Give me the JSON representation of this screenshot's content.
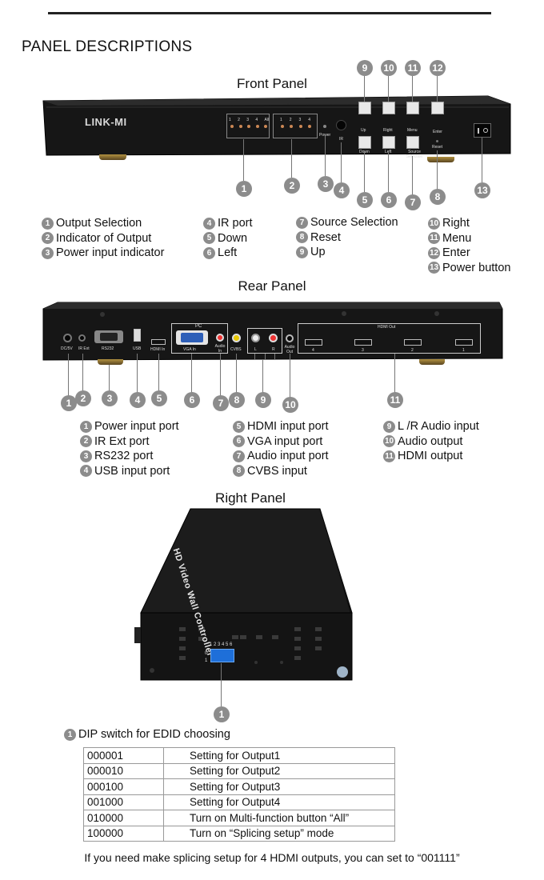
{
  "page_title": "PANEL DESCRIPTIONS",
  "front_panel": {
    "title": "Front Panel",
    "brand": "LINK-MI",
    "device_labels": {
      "output_numbers": [
        "1",
        "2",
        "3",
        "4",
        "All"
      ],
      "indicator_numbers": [
        "1",
        "2",
        "3",
        "4"
      ],
      "power": "Power",
      "ir": "IR",
      "up": "Up",
      "down": "Down",
      "right": "Right",
      "left": "Left",
      "menu": "Menu",
      "source": "Source Selection",
      "enter": "Enter",
      "reset": "Reset"
    },
    "callouts": [
      "1",
      "2",
      "3",
      "4",
      "5",
      "6",
      "7",
      "8",
      "9",
      "10",
      "11",
      "12",
      "13"
    ],
    "legend": [
      {
        "num": "1",
        "text": "Output Selection"
      },
      {
        "num": "2",
        "text": "Indicator of Output"
      },
      {
        "num": "3",
        "text": "Power input indicator"
      },
      {
        "num": "4",
        "text": "IR port"
      },
      {
        "num": "5",
        "text": "Down"
      },
      {
        "num": "6",
        "text": "Left"
      },
      {
        "num": "7",
        "text": "Source Selection"
      },
      {
        "num": "8",
        "text": "Reset"
      },
      {
        "num": "9",
        "text": "Up"
      },
      {
        "num": "10",
        "text": "Right"
      },
      {
        "num": "11",
        "text": "Menu"
      },
      {
        "num": "12",
        "text": "Enter"
      },
      {
        "num": "13",
        "text": "Power button"
      }
    ]
  },
  "rear_panel": {
    "title": "Rear Panel",
    "device_labels": {
      "dc": "DC/5V",
      "ir_ext": "IR Ext",
      "rs232": "RS232",
      "usb": "USB",
      "hdmi_in": "HDMI In",
      "pc": "PC",
      "vga_in": "VGA In",
      "audio_in": "Audio In",
      "cvbs": "CVBS",
      "l": "L",
      "r": "R",
      "audio_out": "Audio Out",
      "hdmi_out": "HDMI Out",
      "hdmi_out_numbers": [
        "4",
        "3",
        "2",
        "1"
      ]
    },
    "callouts": [
      "1",
      "2",
      "3",
      "4",
      "5",
      "6",
      "7",
      "8",
      "9",
      "10",
      "11"
    ],
    "legend": [
      {
        "num": "1",
        "text": "Power input port"
      },
      {
        "num": "2",
        "text": "IR Ext port"
      },
      {
        "num": "3",
        "text": "RS232 port"
      },
      {
        "num": "4",
        "text": "USB input port"
      },
      {
        "num": "5",
        "text": "HDMI input port"
      },
      {
        "num": "6",
        "text": "VGA input port"
      },
      {
        "num": "7",
        "text": "Audio input port"
      },
      {
        "num": "8",
        "text": "CVBS input"
      },
      {
        "num": "9",
        "text": "L /R Audio input"
      },
      {
        "num": "10",
        "text": "Audio output"
      },
      {
        "num": "11",
        "text": "HDMI output"
      }
    ]
  },
  "right_panel": {
    "title": "Right Panel",
    "device_top_text": "HD Video Wall Controller",
    "dip_numbers": "1 2 3 4 5 6",
    "dip_on": "0",
    "dip_off": "1",
    "callout": "1",
    "legend": [
      {
        "num": "1",
        "text": "DIP switch for EDID choosing"
      }
    ],
    "table": [
      {
        "code": "000001",
        "desc": "Setting for Output1"
      },
      {
        "code": "000010",
        "desc": "Setting for Output2"
      },
      {
        "code": "000100",
        "desc": "Setting for Output3"
      },
      {
        "code": "001000",
        "desc": "Setting for Output4"
      },
      {
        "code": "010000",
        "desc": "Turn on Multi-function button “All”"
      },
      {
        "code": "100000",
        "desc": "Turn on “Splicing setup” mode"
      }
    ],
    "note": "If you need make splicing setup for 4 HDMI outputs, you can set to “001111”"
  },
  "colors": {
    "callout_circle": "#8c8c8c",
    "device_body": "#1a1a1a",
    "button": "#e8e8e8",
    "vga_port": "#2e5fb8",
    "dip_switch": "#1e6fd9"
  }
}
